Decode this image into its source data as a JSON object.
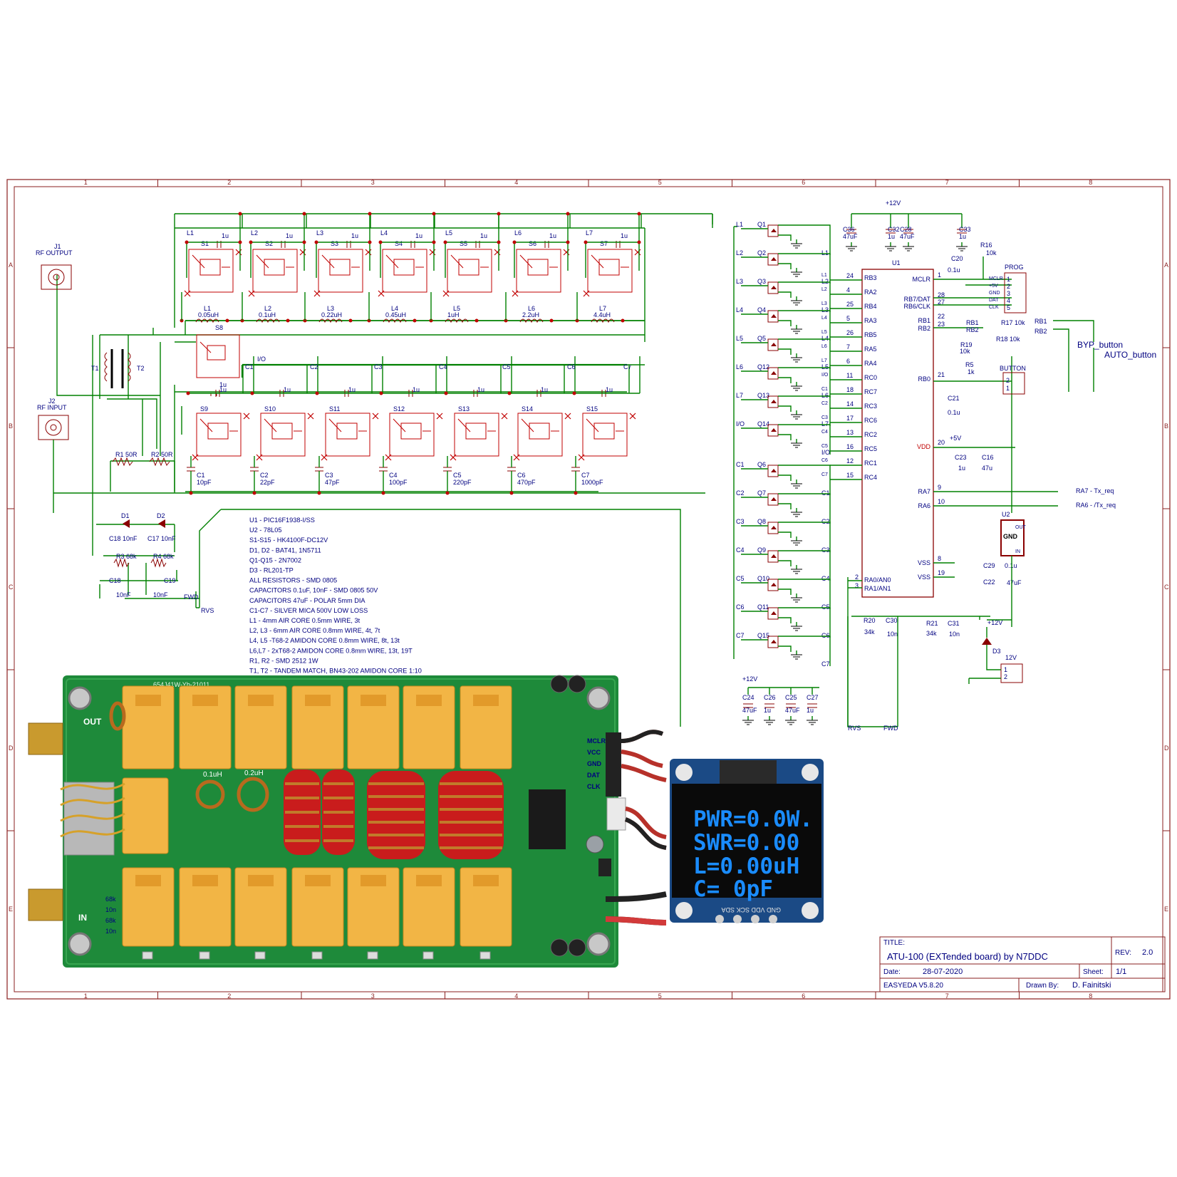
{
  "frame": {
    "columns": [
      "1",
      "2",
      "3",
      "4",
      "5",
      "6",
      "7",
      "8"
    ],
    "rows": [
      "A",
      "B",
      "C",
      "D",
      "E"
    ]
  },
  "connectors": {
    "j1": {
      "ref": "J1",
      "name": "RF OUTPUT"
    },
    "j2": {
      "ref": "J2",
      "name": "RF INPUT"
    }
  },
  "power": {
    "v12": "+12V",
    "v5": "+5V"
  },
  "relays_top": [
    {
      "ref": "S1",
      "cap": "1u",
      "coil": "L1"
    },
    {
      "ref": "S2",
      "cap": "1u",
      "coil": "L2"
    },
    {
      "ref": "S3",
      "cap": "1u",
      "coil": "L3"
    },
    {
      "ref": "S4",
      "cap": "1u",
      "coil": "L4"
    },
    {
      "ref": "S5",
      "cap": "1u",
      "coil": "L5"
    },
    {
      "ref": "S6",
      "cap": "1u",
      "coil": "L6"
    },
    {
      "ref": "S7",
      "cap": "1u",
      "coil": "L7"
    }
  ],
  "inductors": [
    {
      "ref": "L1",
      "value": "0.05uH"
    },
    {
      "ref": "L2",
      "value": "0.1uH"
    },
    {
      "ref": "L3",
      "value": "0.22uH"
    },
    {
      "ref": "L4",
      "value": "0.45uH"
    },
    {
      "ref": "L5",
      "value": "1uH"
    },
    {
      "ref": "L6",
      "value": "2.2uH"
    },
    {
      "ref": "L7",
      "value": "4.4uH"
    }
  ],
  "relay_s8": {
    "ref": "S8",
    "cap": "1u",
    "net": "I/O"
  },
  "transformers": {
    "t1": "T1",
    "t2": "T2"
  },
  "relays_bottom": [
    {
      "ref": "S9",
      "cap": "1u"
    },
    {
      "ref": "S10",
      "cap": "1u",
      "coil": "C1"
    },
    {
      "ref": "S11",
      "cap": "1u",
      "coil": "C2"
    },
    {
      "ref": "S12",
      "cap": "1u",
      "coil": "C3"
    },
    {
      "ref": "S13",
      "cap": "1u",
      "coil": "C4"
    },
    {
      "ref": "S14",
      "cap": "1u",
      "coil": "C5"
    },
    {
      "ref": "S15",
      "cap": "1u",
      "coil": "C6"
    }
  ],
  "bottom_coil_c7": "C7",
  "capacitors_bank": [
    {
      "ref": "C1",
      "value": "10pF"
    },
    {
      "ref": "C2",
      "value": "22pF"
    },
    {
      "ref": "C3",
      "value": "47pF"
    },
    {
      "ref": "C4",
      "value": "100pF"
    },
    {
      "ref": "C5",
      "value": "220pF"
    },
    {
      "ref": "C6",
      "value": "470pF"
    },
    {
      "ref": "C7",
      "value": "1000pF"
    }
  ],
  "detector": {
    "r1": "R1 50R",
    "r2": "R2 50R",
    "d1": "D1",
    "d2": "D2",
    "c18a": "C18 10nF",
    "c17": "C17 10nF",
    "r3": "R3 68k",
    "r4": "R4 68k",
    "c18b": "C18",
    "c19": "C19",
    "c18b_val": "10nF",
    "c19_val": "10nF",
    "fwd": "FWD",
    "rvs": "RVS"
  },
  "bom": [
    "U1 - PIC16F1938-I/SS",
    "U2 - 78L05",
    "S1-S15 - HK4100F-DC12V",
    "D1, D2 - BAT41, 1N5711",
    "Q1-Q15 - 2N7002",
    "D3 - RL201-TP",
    "ALL RESISTORS - SMD 0805",
    "CAPACITORS 0.1uF, 10nF - SMD 0805 50V",
    "CAPACITORS 47uF - POLAR 5mm DIA",
    "C1-C7 - SILVER MICA 500V LOW LOSS",
    "L1 - 4mm AIR CORE 0.5mm WIRE, 3t",
    "L2, L3 - 6mm AIR CORE 0.8mm WIRE, 4t, 7t",
    "L4, L5 -T68-2 AMIDON CORE 0.8mm WIRE, 8t, 13t",
    "L6,L7 - 2xT68-2 AMIDON CORE 0.8mm WIRE, 13t, 19T",
    "R1, R2 - SMD 2512 1W",
    "T1, T2 - TANDEM MATCH, BN43-202 AMIDON CORE 1:10"
  ],
  "transistors": [
    {
      "ref": "Q1",
      "net": "L1"
    },
    {
      "ref": "Q2",
      "net": "L2"
    },
    {
      "ref": "Q3",
      "net": "L3"
    },
    {
      "ref": "Q4",
      "net": "L4"
    },
    {
      "ref": "Q5",
      "net": "L5"
    },
    {
      "ref": "Q12",
      "net": "L6"
    },
    {
      "ref": "Q13",
      "net": "L7"
    },
    {
      "ref": "Q14",
      "net": "I/O"
    },
    {
      "ref": "Q6",
      "net": "C1"
    },
    {
      "ref": "Q7",
      "net": "C2"
    },
    {
      "ref": "Q8",
      "net": "C3"
    },
    {
      "ref": "Q9",
      "net": "C4"
    },
    {
      "ref": "Q10",
      "net": "C5"
    },
    {
      "ref": "Q11",
      "net": "C6"
    },
    {
      "ref": "Q15",
      "net": "C7"
    }
  ],
  "top_caps": [
    {
      "ref": "C36",
      "value": "47uF"
    },
    {
      "ref": "C32",
      "value": "1u"
    },
    {
      "ref": "C28",
      "value": "47uF"
    },
    {
      "ref": "C33",
      "value": "1u"
    }
  ],
  "bottom_caps": [
    {
      "ref": "C24",
      "value": "47uF"
    },
    {
      "ref": "C26",
      "value": "1u"
    },
    {
      "ref": "C25",
      "value": "47uF"
    },
    {
      "ref": "C27",
      "value": "1u"
    }
  ],
  "mcu": {
    "ref": "U1",
    "left_pins": [
      {
        "num": "24",
        "name": "RB3",
        "net": "L1"
      },
      {
        "num": "4",
        "name": "RA2",
        "net": "L2"
      },
      {
        "num": "25",
        "name": "RB4",
        "net": "L3"
      },
      {
        "num": "5",
        "name": "RA3",
        "net": "L4"
      },
      {
        "num": "26",
        "name": "RB5",
        "net": "L5"
      },
      {
        "num": "7",
        "name": "RA5",
        "net": "L6"
      },
      {
        "num": "6",
        "name": "RA4",
        "net": "L7"
      },
      {
        "num": "11",
        "name": "RC0",
        "net": "I/O"
      },
      {
        "num": "18",
        "name": "RC7",
        "net": "C1"
      },
      {
        "num": "14",
        "name": "RC3",
        "net": "C2"
      },
      {
        "num": "17",
        "name": "RC6",
        "net": "C3"
      },
      {
        "num": "13",
        "name": "RC2",
        "net": "C4"
      },
      {
        "num": "16",
        "name": "RC5",
        "net": "C5"
      },
      {
        "num": "12",
        "name": "RC1",
        "net": "C6"
      },
      {
        "num": "15",
        "name": "RC4",
        "net": "C7"
      }
    ],
    "an_pins": [
      {
        "num": "2",
        "name": "RA0/AN0"
      },
      {
        "num": "3",
        "name": "RA1/AN1"
      }
    ],
    "right_pins": [
      {
        "num": "1",
        "name": "MCLR"
      },
      {
        "num": "28",
        "name": "RB7/DAT"
      },
      {
        "num": "27",
        "name": "RB6/CLK"
      },
      {
        "num": "22",
        "name": "RB1"
      },
      {
        "num": "23",
        "name": "RB2"
      },
      {
        "num": "21",
        "name": "RB0"
      },
      {
        "num": "20",
        "name": "VDD"
      },
      {
        "num": "9",
        "name": "RA7"
      },
      {
        "num": "10",
        "name": "RA6"
      },
      {
        "num": "8",
        "name": "VSS"
      },
      {
        "num": "19",
        "name": "VSS"
      }
    ]
  },
  "right_side": {
    "r16": "R16",
    "r16_val": "10k",
    "c20": "C20",
    "c20_val": "0.1u",
    "prog": "PROG",
    "prog_pins": [
      "MCLR",
      "+5V",
      "GND",
      "DAT",
      "CLK"
    ],
    "prog_nums": [
      "1",
      "2",
      "3",
      "4",
      "5"
    ],
    "rb1_tag": "RB1",
    "rb2_tag": "RB2",
    "r17": "R17 10k",
    "r18": "R18 10k",
    "r19": "R19",
    "r19_val": "10k",
    "r5": "R5",
    "r5_val": "1k",
    "button": "BUTTON",
    "button_nums": [
      "2",
      "1"
    ],
    "c21": "C21",
    "c21_val": "0.1u",
    "byp": "BYP_button",
    "auto": "AUTO_button",
    "rb1_port": "RB1",
    "rb2_port": "RB2",
    "c23": "C23",
    "c23_val": "1u",
    "c16": "C16",
    "c16_val": "47u",
    "ra7_port": "RA7 - Tx_req",
    "ra6_port": "RA6 - /Tx_req",
    "u2": "U2",
    "u2_out": "OUT",
    "u2_gnd": "GND",
    "u2_in": "IN",
    "c29": "C29",
    "c29_val": "0.1u",
    "c22": "C22",
    "c22_val": "47uF",
    "r20": "R20",
    "r20_val": "34k",
    "c30": "C30",
    "c30_val": "10n",
    "r21": "R21",
    "r21_val": "34k",
    "c31": "C31",
    "c31_val": "10n",
    "d3": "D3",
    "j12": "12V",
    "j12_nums": [
      "1",
      "2"
    ],
    "rvs": "RVS",
    "fwd": "FWD"
  },
  "title_block": {
    "title_label": "TITLE:",
    "title": "ATU-100 (EXTended board) by N7DDC",
    "rev_label": "REV:",
    "rev": "2.0",
    "date_label": "Date:",
    "date": "28-07-2020",
    "sheet_label": "Sheet:",
    "sheet": "1/1",
    "tool": "EASYEDA V5.8.20",
    "drawn_label": "Drawn By:",
    "drawn": "D. Fainitski"
  },
  "pcb_photo": {
    "silk": "654J41W-Yb-21011",
    "out": "OUT",
    "in": "IN",
    "header": [
      "MCLR",
      "VCC",
      "GND",
      "DAT",
      "CLK"
    ],
    "coil_labels": [
      "0.1uH",
      "0.2uH"
    ],
    "res_labels": [
      "68k",
      "10n",
      "68k",
      "10n"
    ]
  },
  "oled": {
    "lines": [
      "PWR=0.0W.",
      "SWR=0.00",
      "L=0.00uH",
      "C=    0pF"
    ],
    "pins": "GND VDD SCK SDA"
  },
  "colors": {
    "wire": "#008000",
    "part": "#8a0000",
    "text": "#000080",
    "relay": "#c00000",
    "pcb": "#1e8a3a",
    "oled_text": "#1a8cff"
  }
}
